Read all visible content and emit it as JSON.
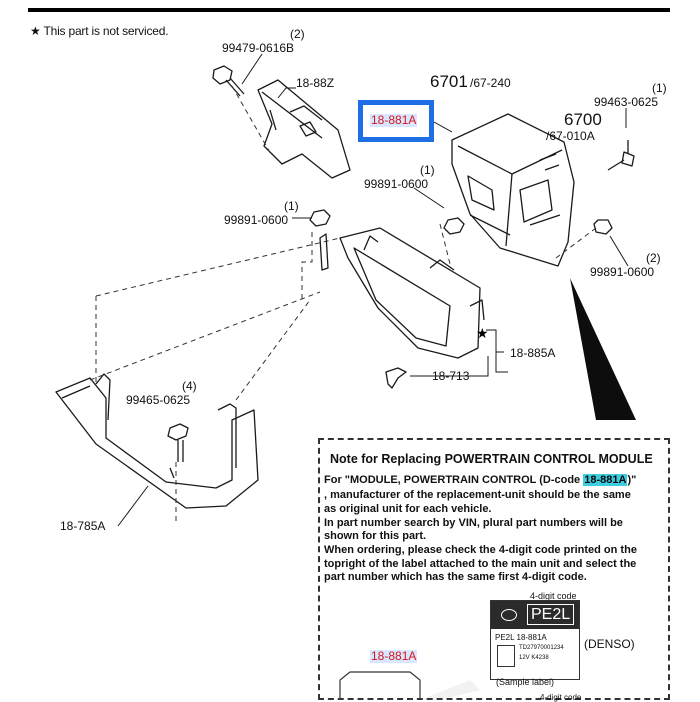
{
  "header": {
    "not_serviced_note": "★ This part is not serviced."
  },
  "labels": {
    "p99479_qty": "(2)",
    "p99479": "99479-0616B",
    "p1888z": "18-88Z",
    "p6701": "6701",
    "p6701_sub": "/67-240",
    "p99463_qty": "(1)",
    "p99463": "99463-0625",
    "p18881a": "18-881A",
    "p6700": "6700",
    "p6700_sub": "/67-010A",
    "p99891a_qty": "(1)",
    "p99891a": "99891-0600",
    "p99891b_qty": "(1)",
    "p99891b": "99891-0600",
    "p99891c_qty": "(2)",
    "p99891c": "99891-0600",
    "p18885a": "18-885A",
    "p18713": "18-713",
    "p99465_qty": "(4)",
    "p99465": "99465-0625",
    "p18785a": "18-785A"
  },
  "note": {
    "title": "Note for Replacing POWERTRAIN CONTROL MODULE",
    "line1_a": "For \"MODULE, POWERTRAIN CONTROL (D-code ",
    "line1_code": "18-881A",
    "line1_b": ")\"",
    "line2": ", manufacturer of the replacement-unit should be the same",
    "line3": "as original unit for each vehicle.",
    "line4": "In part number search by VIN, plural part numbers will be",
    "line5": "shown for this part.",
    "line6": "When ordering, please check the 4-digit code printed on the",
    "line7": "topright of the label attached to the main unit and select the",
    "line8": "part number which has the same first 4-digit code.",
    "code_caption": "4-digit code",
    "label_code": "PE2L",
    "label_line": "PE2L  18-881A",
    "label_serial": "TD27970001234",
    "label_spec": "12V      K4238",
    "sample_caption": "(Sample label)",
    "denso": "(DENSO)",
    "code_caption2": "4-digit code",
    "bottom_code": "18-881A"
  }
}
